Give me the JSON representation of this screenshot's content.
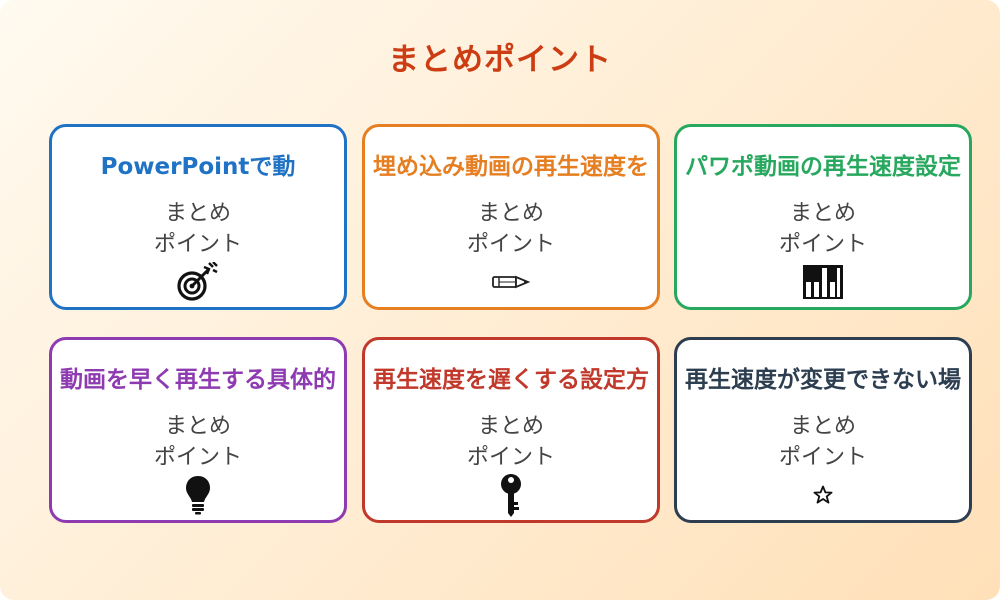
{
  "title": "まとめポイント",
  "cards": [
    {
      "title": "PowerPointで動",
      "line1": "まとめ",
      "line2": "ポイント",
      "icon": "target-icon",
      "color": "#1f72c4"
    },
    {
      "title": "埋め込み動画の再生速度を",
      "line1": "まとめ",
      "line2": "ポイント",
      "icon": "pencil-icon",
      "color": "#e67e22"
    },
    {
      "title": "パワポ動画の再生速度設定",
      "line1": "まとめ",
      "line2": "ポイント",
      "icon": "piano-icon",
      "color": "#27a85e"
    },
    {
      "title": "動画を早く再生する具体的",
      "line1": "まとめ",
      "line2": "ポイント",
      "icon": "lightbulb-icon",
      "color": "#8e3bb1"
    },
    {
      "title": "再生速度を遅くする設定方",
      "line1": "まとめ",
      "line2": "ポイント",
      "icon": "key-icon",
      "color": "#c0392b"
    },
    {
      "title": "再生速度が変更できない場",
      "line1": "まとめ",
      "line2": "ポイント",
      "icon": "star-icon",
      "color": "#2c3e50"
    }
  ]
}
